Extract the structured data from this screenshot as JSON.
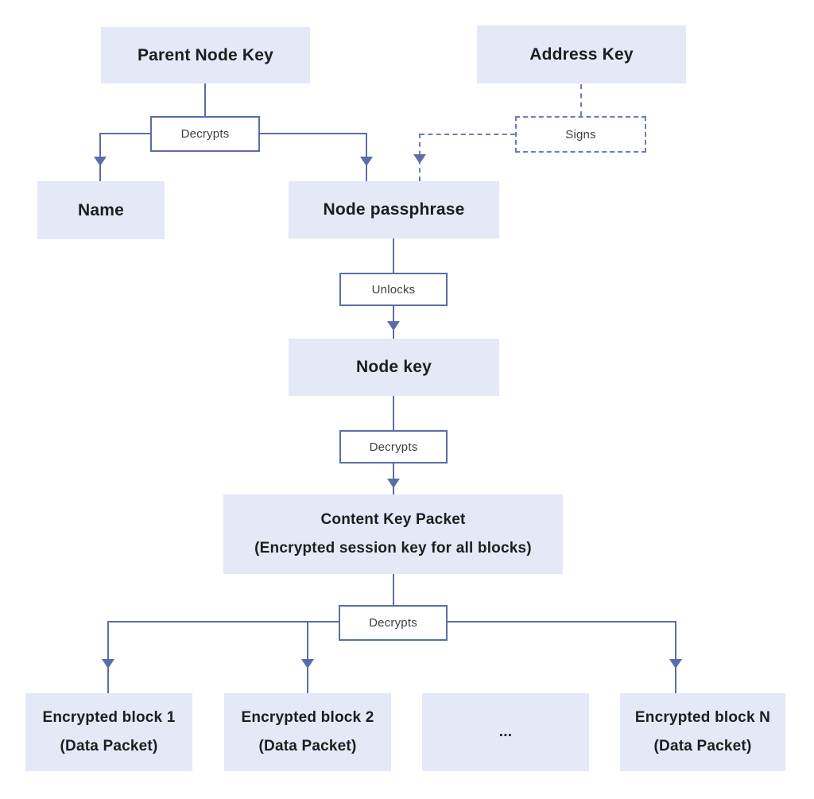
{
  "colors": {
    "box_fill": "#e4e8f7",
    "line_color": "#5b6da8",
    "dashed_color": "#6b7cba",
    "title_text": "#1d1d1f",
    "label_text": "#3a3f47",
    "bg": "#ffffff"
  },
  "diagram": {
    "nodes": {
      "parent_node_key": {
        "label": "Parent Node Key"
      },
      "address_key": {
        "label": "Address Key"
      },
      "name": {
        "label": "Name"
      },
      "node_passphrase": {
        "label": "Node passphrase"
      },
      "node_key": {
        "label": "Node key"
      },
      "content_key_packet": {
        "line1": "Content Key Packet",
        "line2": "(Encrypted session key for all blocks)"
      },
      "encrypted_block_1": {
        "line1": "Encrypted block 1",
        "line2": "(Data Packet)"
      },
      "encrypted_block_2": {
        "line1": "Encrypted block 2",
        "line2": "(Data Packet)"
      },
      "ellipsis": {
        "label": "..."
      },
      "encrypted_block_n": {
        "line1": "Encrypted block N",
        "line2": "(Data Packet)"
      }
    },
    "edge_labels": {
      "decrypts_top": "Decrypts",
      "signs": "Signs",
      "unlocks": "Unlocks",
      "decrypts_mid": "Decrypts",
      "decrypts_bottom": "Decrypts"
    }
  }
}
